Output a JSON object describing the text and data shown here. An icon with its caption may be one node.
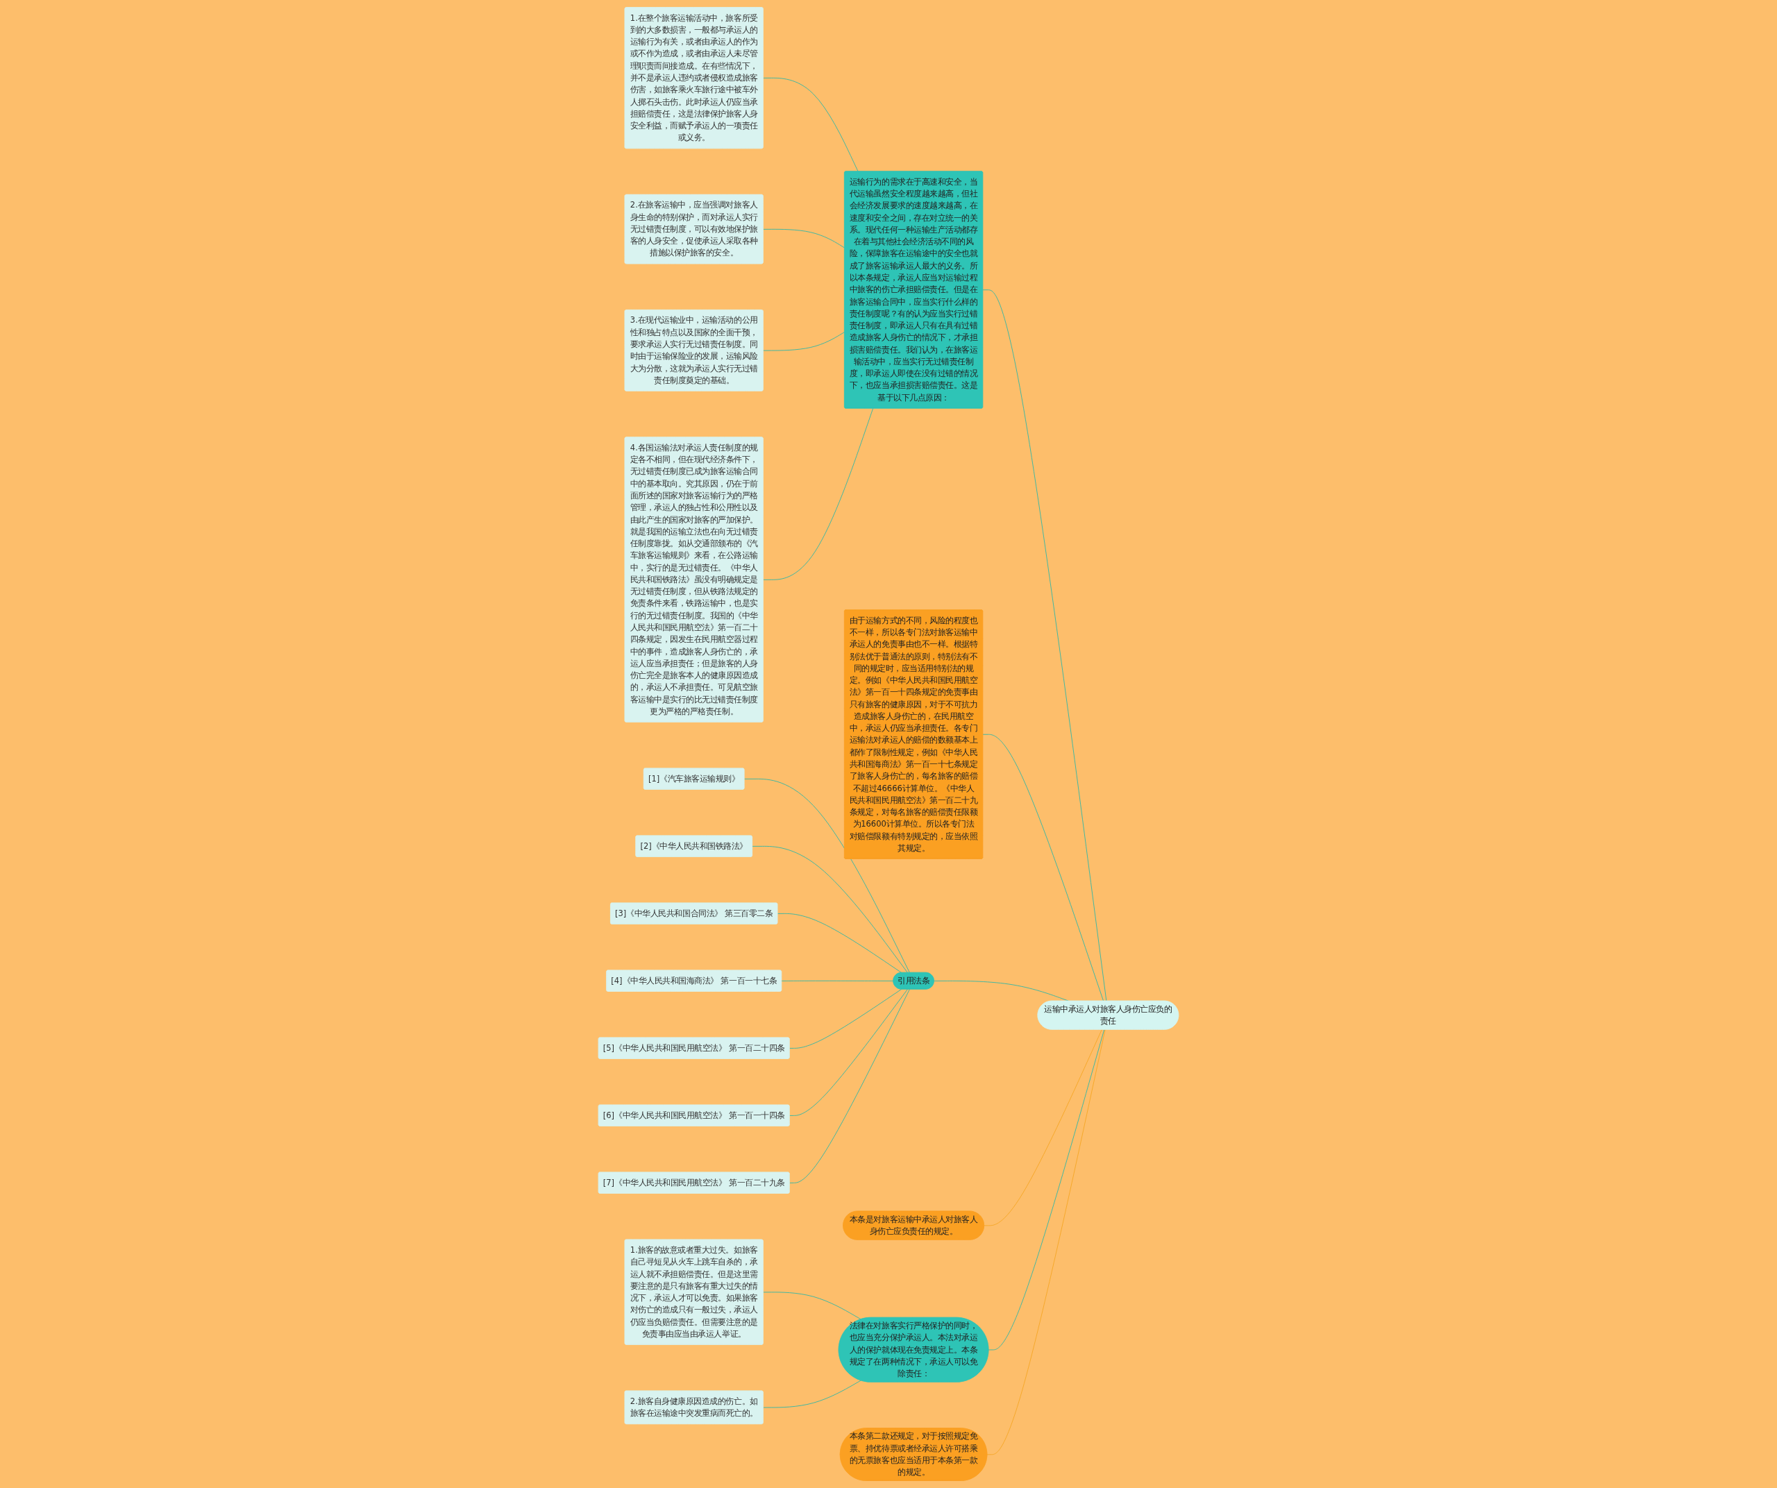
{
  "diagram": {
    "nodes": [
      {
        "text": [
          "运输中承运人对旅客人身伤亡应负的责任"
        ]
      },
      {
        "text": [
          "运输行为的需求在于高速和安全，当代运输虽然安全程度越来越高，但社会经济发展要求的速度越来越高，在速度和安全之间，存在对立统一的关系。现代任何一种运输生产活动都存在着与其他社会经济活动不同的风险，保障旅客在运输途中的安全也就成了旅客运输承运人最大的义务。所以本条规定，承运人应当对运输过程中旅客的伤亡承担赔偿责任。但是在旅客运输合同中，应当实行什么样的责任制度呢？有的认为应当实行过错责任制度，即承运人只有在具有过错造成旅客人身伤亡的情况下，才承担损害赔偿责任。我们认为，在旅客运输活动中，应当实行无过错责任制度，即承运人即使在没有过错的情况下，也应当承担损害赔偿责任。这是基于以下几点原因："
        ]
      },
      {
        "text": [
          "1.在整个旅客运输活动中，旅客所受到的大多数损害，一般都与承运人的运输行为有关，或者由承运人的作为或不作为造成，或者由承运人未尽管理职责而间接造成。在有些情况下，并不是承运人违约或者侵权造成旅客伤害，如旅客乘火车旅行途中被车外人掷石头击伤。此时承运人仍应当承担赔偿责任，这是法律保护旅客人身安全利益，而赋予承运人的一项责任或义务。"
        ]
      },
      {
        "text": [
          "2.在旅客运输中，应当强调对旅客人身生命的特别保护，而对承运人实行无过错责任制度，可以有效地保护旅客的人身安全，促使承运人采取各种措施以保护旅客的安全。"
        ]
      },
      {
        "text": [
          "3.在现代运输业中，运输活动的公用性和独占特点以及国家的全面干预，要求承运人实行无过错责任制度。同时由于运输保险业的发展，运输风险大为分散，这就为承运人实行无过错责任制度奠定的基础。"
        ]
      },
      {
        "text": [
          "4.各国运输法对承运人责任制度的规定各不相同，但在现代经济条件下，无过错责任制度已成为旅客运输合同中的基本取向。究其原因，仍在于前面所述的国家对旅客运输行为的严格管理，承运人的独占性和公用性以及由此产生的国家对旅客的严加保护。就是我国的运输立法也在向无过错责任制度靠拢。如从交通部颁布的《汽车旅客运输规则》来看，在公路运输中，实行的是无过错责任。《中华人民共和国铁路法》虽没有明确规定是无过错责任制度，但从铁路法规定的免责条件来看，铁路运输中，也是实行的无过错责任制度。我国的《中华人民共和国民用航空法》第一百二十四条规定，因发生在民用航空器过程中的事件，造成旅客人身伤亡的，承运人应当承担责任；但是旅客的人身伤亡完全是旅客本人的健康原因造成的，承运人不承担责任。可见航空旅客运输中是实行的比无过错责任制度更为严格的严格责任制。"
        ]
      },
      {
        "text": [
          "由于运输方式的不同，风险的程度也不一样，所以各专门法对旅客运输中承运人的免责事由也不一样。根据特别法优于普通法的原则，特别法有不同的规定时，应当适用特别法的规定。例如《中华人民共和国民用航空法》第一百一十四条规定的免责事由只有旅客的健康原因，对于不可抗力造成旅客人身伤亡的，在民用航空中，承运人仍应当承担责任。各专门运输法对承运人的赔偿的数额基本上都作了限制性规定，例如《中华人民共和国海商法》第一百一十七条规定了旅客人身伤亡的，每名旅客的赔偿不超过46666计算单位。《中华人民共和国民用航空法》第一百二十九条规定，对每名旅客的赔偿责任限额为16600计算单位。所以各专门法对赔偿限额有特别规定的，应当依照其规定。"
        ]
      },
      {
        "text": [
          "引用法条"
        ]
      },
      {
        "text": [
          "[1]《汽车旅客运输规则》"
        ]
      },
      {
        "text": [
          "[2]《中华人民共和国铁路法》"
        ]
      },
      {
        "text": [
          "[3]《中华人民共和国合同法》 第三百零二条"
        ]
      },
      {
        "text": [
          "[4]《中华人民共和国海商法》 第一百一十七条"
        ]
      },
      {
        "text": [
          "[5]《中华人民共和国民用航空法》 第一百二十四条"
        ]
      },
      {
        "text": [
          "[6]《中华人民共和国民用航空法》 第一百一十四条"
        ]
      },
      {
        "text": [
          "[7]《中华人民共和国民用航空法》 第一百二十九条"
        ]
      },
      {
        "text": [
          "本条是对旅客运输中承运人对旅客人身伤亡应负责任的规定。"
        ]
      },
      {
        "text": [
          "法律在对旅客实行严格保护的同时，也应当充分保护承运人。本法对承运人的保护就体现在免责规定上。本条规定了在两种情况下，承运人可以免除责任："
        ]
      },
      {
        "text": [
          "1.旅客的故意或者重大过失。如旅客自己寻短见从火车上跳车自杀的，承运人就不承担赔偿责任。但是这里需要注意的是只有旅客有重大过失的情况下，承运人才可以免责。如果旅客对伤亡的造成只有一般过失，承运人仍应当负赔偿责任。但需要注意的是免责事由应当由承运人举证。"
        ]
      },
      {
        "text": [
          "2.旅客自身健康原因造成的伤亡。如旅客在运输途中突发重病而死亡的。"
        ]
      },
      {
        "text": [
          "本条第二款还规定，对于按照规定免票、持优待票或者经承运人许可搭乘的无票旅客也应当适用于本条第一款的规定。"
        ]
      }
    ],
    "edges": [
      {
        "from": 0,
        "to": 1,
        "arrow": "none"
      },
      {
        "from": 1,
        "to": 2,
        "arrow": "none"
      },
      {
        "from": 1,
        "to": 3,
        "arrow": "none"
      },
      {
        "from": 1,
        "to": 4,
        "arrow": "none"
      },
      {
        "from": 1,
        "to": 5,
        "arrow": "none"
      },
      {
        "from": 0,
        "to": 6,
        "arrow": "none"
      },
      {
        "from": 0,
        "to": 7,
        "arrow": "none"
      },
      {
        "from": 7,
        "to": 8,
        "arrow": "none"
      },
      {
        "from": 7,
        "to": 9,
        "arrow": "none"
      },
      {
        "from": 7,
        "to": 10,
        "arrow": "none"
      },
      {
        "from": 7,
        "to": 11,
        "arrow": "none"
      },
      {
        "from": 7,
        "to": 12,
        "arrow": "none"
      },
      {
        "from": 7,
        "to": 13,
        "arrow": "none"
      },
      {
        "from": 7,
        "to": 14,
        "arrow": "none"
      },
      {
        "from": 0,
        "to": 15,
        "arrow": "none",
        "color": "#f5a623"
      },
      {
        "from": 0,
        "to": 16,
        "arrow": "none"
      },
      {
        "from": 16,
        "to": 17,
        "arrow": "none"
      },
      {
        "from": 16,
        "to": 18,
        "arrow": "none"
      },
      {
        "from": 0,
        "to": 19,
        "arrow": "none",
        "color": "#f5a623"
      }
    ]
  }
}
